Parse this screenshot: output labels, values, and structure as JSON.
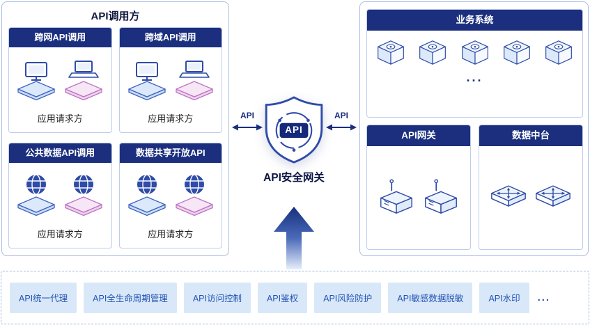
{
  "colors": {
    "navy": "#1b2f7e",
    "accent": "#2e4ca8",
    "panel-border": "#a9bde2",
    "inner-border": "#bccdeb",
    "item-bg": "#d9e8f8",
    "item-text": "#2353b5"
  },
  "left_panel": {
    "title": "API调用方",
    "boxes": [
      {
        "header": "跨网API调用",
        "caption": "应用请求方"
      },
      {
        "header": "跨域API调用",
        "caption": "应用请求方"
      },
      {
        "header": "公共数据API调用",
        "caption": "应用请求方"
      },
      {
        "header": "数据共享开放API",
        "caption": "应用请求方"
      }
    ]
  },
  "center": {
    "left_arrow_label": "API",
    "right_arrow_label": "API",
    "shield_text": "API",
    "gateway_label": "API安全网关"
  },
  "right_panel": {
    "business": {
      "header": "业务系统",
      "ellipsis": "..."
    },
    "api_gateway": {
      "header": "API网关"
    },
    "data_platform": {
      "header": "数据中台"
    }
  },
  "capability_bar": {
    "items": [
      "API统一代理",
      "API全生命周期管理",
      "API访问控制",
      "API鉴权",
      "API风险防护",
      "API敏感数据脱敏",
      "API水印",
      "..."
    ]
  }
}
